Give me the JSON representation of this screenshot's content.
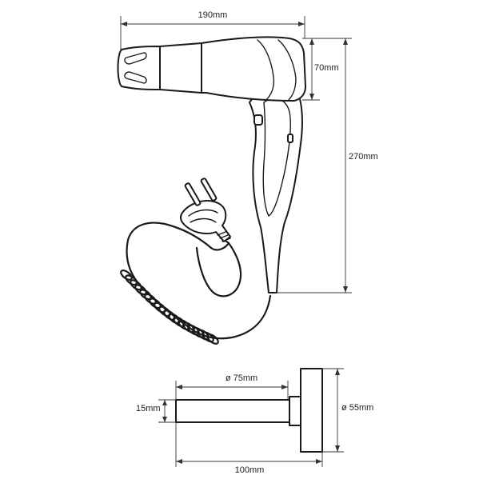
{
  "dimensions": {
    "dryer_width": "190mm",
    "nozzle_height": "70mm",
    "dryer_height": "270mm",
    "holder_ring_diameter": "ø 75mm",
    "holder_arm_height": "15mm",
    "holder_base_diameter": "ø 55mm",
    "holder_length": "100mm"
  }
}
